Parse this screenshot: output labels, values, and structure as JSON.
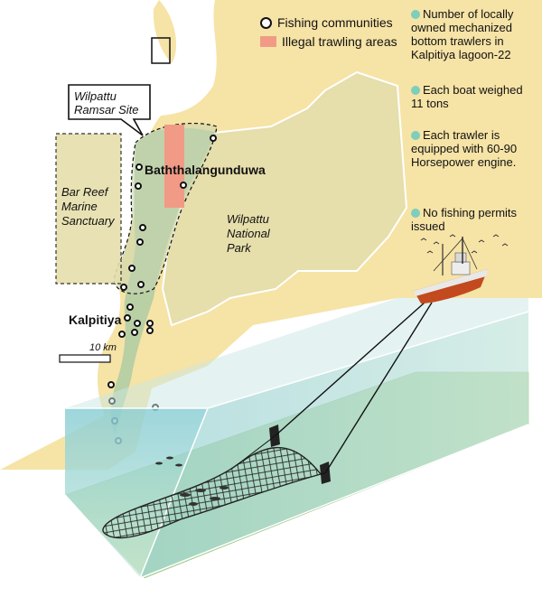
{
  "legend": {
    "fishing_communities": "Fishing communities",
    "illegal_trawling": "Illegal trawling areas"
  },
  "facts": [
    "Number of locally owned mechanized bottom trawlers in Kalpitiya lagoon-22",
    "Each boat weighed 11 tons",
    "Each trawler is equipped with 60-90 Horsepower engine.",
    "No fishing permits issued"
  ],
  "labels": {
    "ramsar": "Wilpattu Ramsar Site",
    "bar_reef": "Bar Reef Marine Sanctuary",
    "baththalangunduwa": "Baththalangunduwa",
    "wilpattu_park": "Wilpattu National Park",
    "kalpitiya": "Kalpitiya",
    "scale": "10 km"
  },
  "colors": {
    "land": "#f6e3a6",
    "park": "#e6deab",
    "sea": "#ffffff",
    "lagoon": "#b9cfa4",
    "trawling": "#f19a86",
    "water": "#a7d7d9",
    "seabed": "#b7d89b",
    "fact_bullet": "#7fcdbb"
  }
}
